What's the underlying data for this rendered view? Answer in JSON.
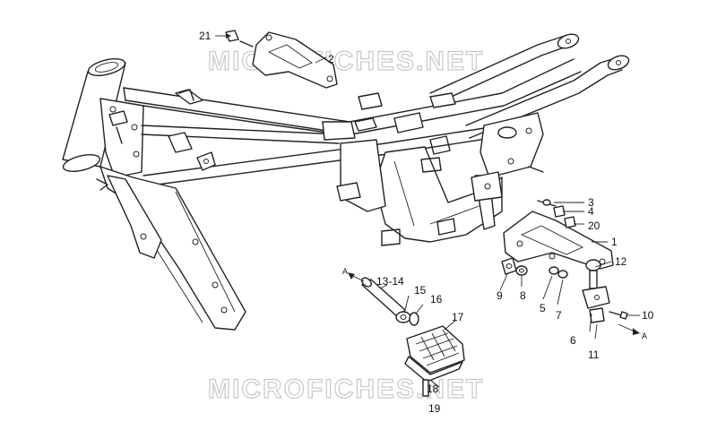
{
  "watermark_top": "MICROFICHES.NET",
  "watermark_bottom": "MICROFICHES.NET",
  "callouts": {
    "c1": "1",
    "c2": "2",
    "c3": "3",
    "c4": "4",
    "c5": "5",
    "c6": "6",
    "c7": "7",
    "c8": "8",
    "c9": "9",
    "c10": "10",
    "c11": "11",
    "c12": "12",
    "c13_14": "13-14",
    "c15": "15",
    "c16": "16",
    "c17": "17",
    "c18": "18",
    "c19": "19",
    "c20": "20",
    "c21": "21"
  },
  "arrow_refs": {
    "left": "A",
    "right": "A"
  }
}
